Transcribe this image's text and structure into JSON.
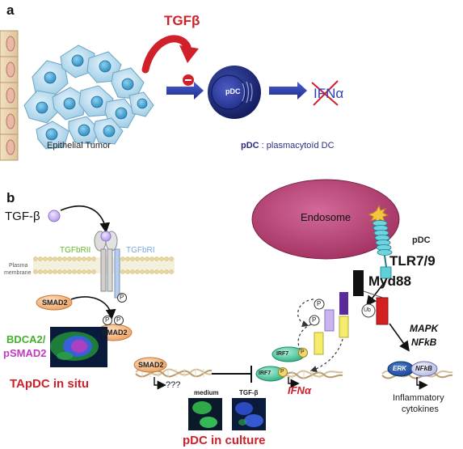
{
  "panel_a": {
    "label": "a",
    "tgf_label": "TGFβ",
    "minus_sign": "−",
    "pdc_cell_label": "pDC",
    "ifn_prefix": "IFN",
    "ifn_suffix": "α",
    "tumor_label": "Epithelial Tumor",
    "pdc_legend_abbr": "pDC",
    "pdc_legend_text": " : plasmacytoïd DC"
  },
  "panel_b": {
    "label": "b",
    "tgf_ligand": "TGF-β",
    "receptor_ii": "TGFbRII",
    "receptor_i": "TGFbRI",
    "membrane_line1": "Plasma",
    "membrane_line2": "membrane",
    "phospho": "P",
    "smad2": "SMAD2",
    "ifn_target": "???",
    "stain_line1": "BDCA2/",
    "stain_line2": "pSMAD2",
    "tapdc": "TApDC in situ",
    "medium": "medium",
    "tgf_beta_culture": "TGF-β",
    "pdc_culture": "pDC in culture",
    "endosome": "Endosome",
    "pdc_corner": "pDC",
    "tlr": "TLR7/9",
    "myd88": "Myd88",
    "ub": "Ub",
    "mapk": "MAPK",
    "nfkb": "NFkB",
    "irf7": "IRF7",
    "ifna": "IFNα",
    "erk": "ERK",
    "nfkb_small": "NFkB",
    "cytokines_line1": "Inflammatory",
    "cytokines_line2": "cytokines"
  },
  "colors": {
    "tgf_red": "#d0202a",
    "pdc_navy": "#2c2c86",
    "smad_orange": "#f5b27a",
    "irf7_green": "#4fc3a0",
    "endosome_pink": "#b53b6d",
    "myd88_black": "#111111",
    "myd88_red": "#d42020"
  }
}
